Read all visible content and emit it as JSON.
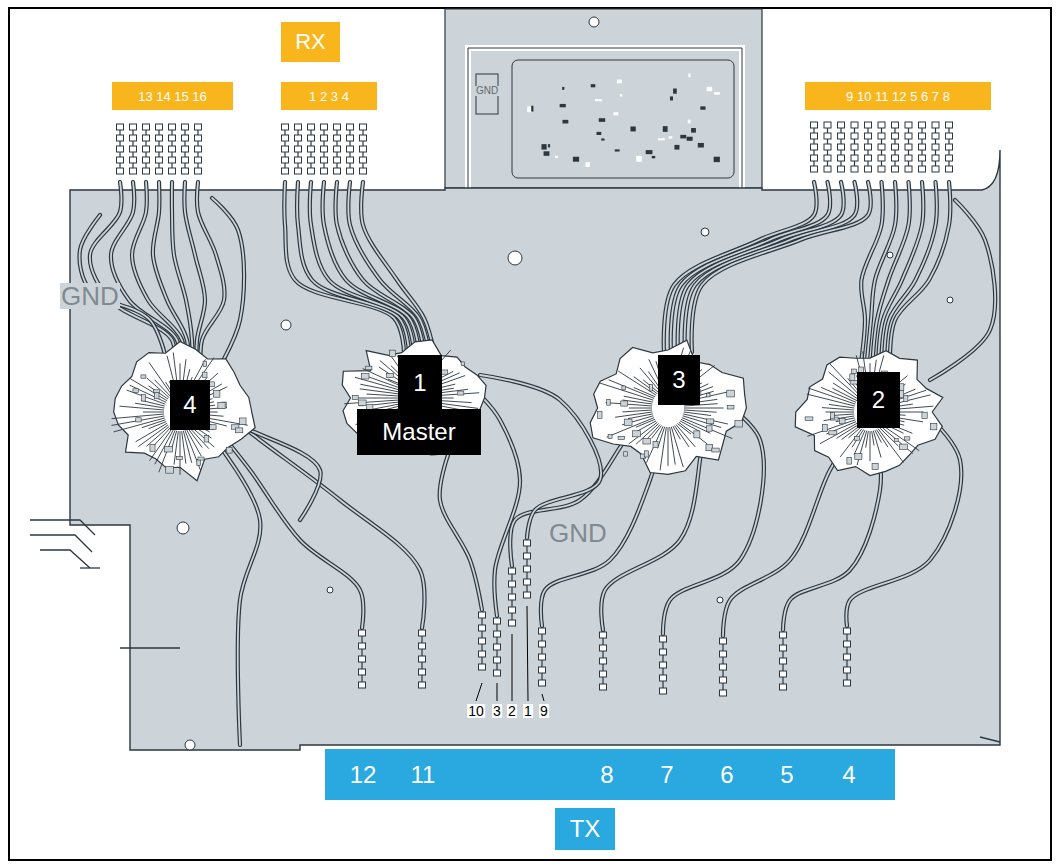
{
  "diagram": {
    "nodes": [
      {
        "text": [
          "RX"
        ]
      },
      {
        "text": [
          "13 14 15 16"
        ]
      },
      {
        "text": [
          "1 2 3 4"
        ]
      },
      {
        "text": [
          "9 10 11 12 5 6 7 8"
        ]
      },
      {
        "text": [
          "4"
        ]
      },
      {
        "text": [
          "1",
          "Master"
        ]
      },
      {
        "text": [
          "3"
        ]
      },
      {
        "text": [
          "2"
        ]
      },
      {
        "text": [
          "12",
          "11",
          "8",
          "7",
          "6",
          "5",
          "4"
        ]
      },
      {
        "text": [
          "TX"
        ]
      }
    ],
    "labels": [
      "GND",
      "GND",
      "GND",
      "10",
      "3",
      "2",
      "1",
      "9"
    ]
  }
}
